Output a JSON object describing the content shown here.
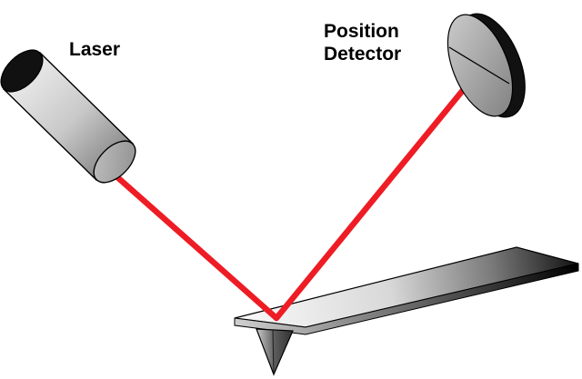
{
  "labels": {
    "laser": "Laser",
    "detector_line1": "Position",
    "detector_line2": "Detector"
  },
  "colors": {
    "beam": "#ee1c24",
    "laser_body_light": "#e6e6e6",
    "laser_body_dark": "#8a8a8a",
    "laser_aperture": "#111111",
    "detector_face": "#9a9a9a",
    "detector_rim": "#111111",
    "cantilever_light": "#f4f4f4",
    "cantilever_dark": "#111111",
    "tip": "#444444",
    "outline": "#000000"
  },
  "icons": {
    "laser": "laser-cylinder-icon",
    "detector": "split-photodiode-icon",
    "cantilever": "cantilever-icon",
    "tip": "probe-tip-icon"
  }
}
